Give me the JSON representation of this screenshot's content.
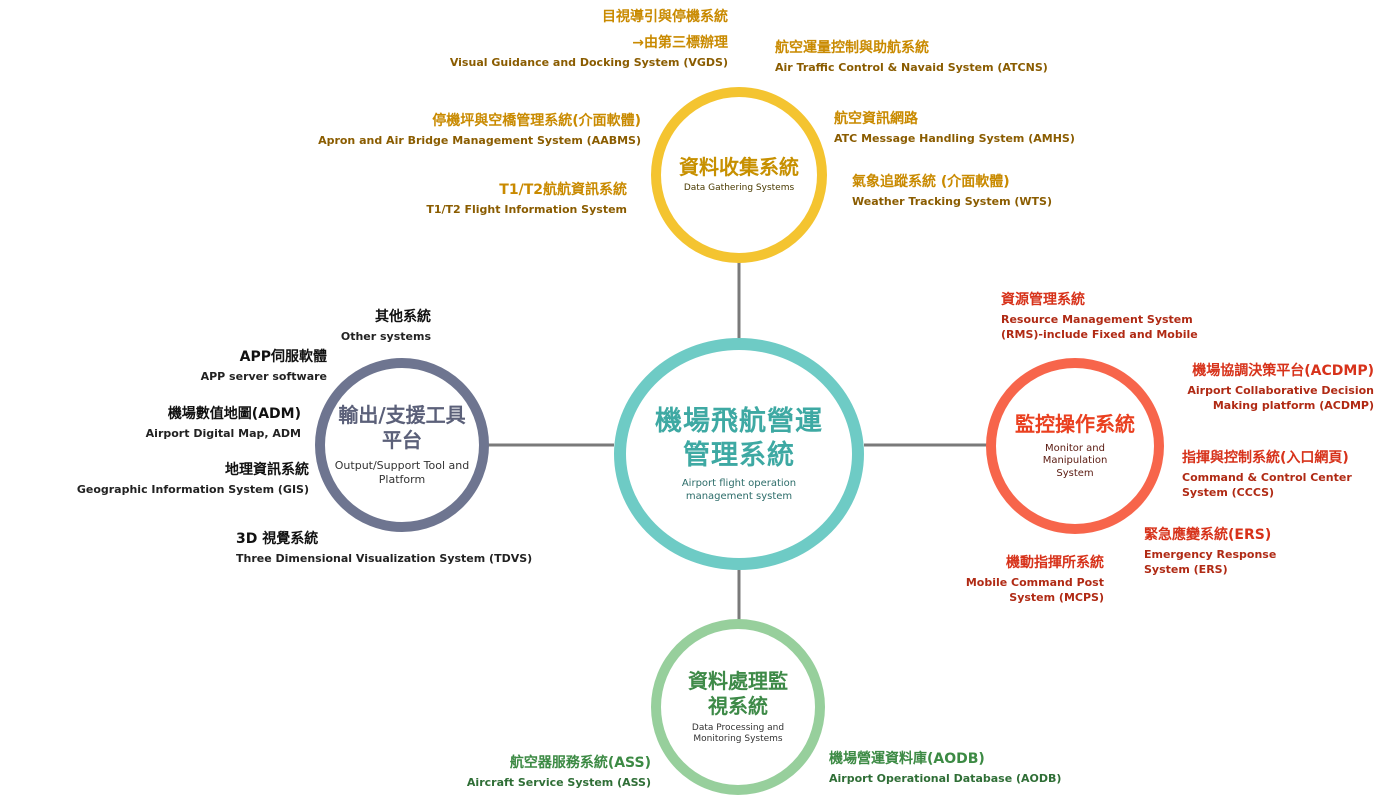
{
  "colors": {
    "center": "#6ecbc5",
    "data_gathering": "#f4c430",
    "output_support": "#6e7590",
    "monitor": "#f7654b",
    "data_processing": "#97cf9c",
    "connector": "#7a7a7a"
  },
  "center": {
    "title_line1": "機場飛航營運",
    "title_line2": "管理系統",
    "subtitle": "Airport flight operation management system"
  },
  "top": {
    "title": "資料收集系統",
    "subtitle": "Data Gathering Systems",
    "items": {
      "vgds": {
        "title": "目視導引與停機系統",
        "note": "→由第三標辦理",
        "en": "Visual Guidance and Docking System (VGDS)"
      },
      "atcns": {
        "title": "航空運量控制與助航系統",
        "en": "Air Traffic Control & Navaid System (ATCNS)"
      },
      "aabms": {
        "title": "停機坪與空橋管理系統(介面軟體)",
        "en": "Apron and Air Bridge Management System (AABMS)"
      },
      "amhs": {
        "title": "航空資訊網路",
        "en": "ATC Message Handling System (AMHS)"
      },
      "wts": {
        "title": "氣象追蹤系統 (介面軟體)",
        "en": "Weather Tracking System (WTS)"
      },
      "t1t2": {
        "title": "T1/T2航航資訊系統",
        "en": "T1/T2 Flight Information System"
      }
    }
  },
  "left": {
    "title": "輸出/支援工具平台",
    "subtitle": "Output/Support Tool and Platform",
    "items": {
      "other": {
        "title": "其他系統",
        "en": "Other systems"
      },
      "app": {
        "title": "APP伺服軟體",
        "en": "APP server software"
      },
      "adm": {
        "title": "機場數值地圖(ADM)",
        "en": "Airport Digital Map, ADM"
      },
      "gis": {
        "title": "地理資訊系統",
        "en": "Geographic Information System (GIS)"
      },
      "tdvs": {
        "title": "3D 視覺系統",
        "en": "Three Dimensional Visualization System (TDVS)"
      }
    }
  },
  "right": {
    "title": "監控操作系統",
    "subtitle": "Monitor and Manipulation System",
    "items": {
      "rms": {
        "title": "資源管理系統",
        "en": "Resource Management System (RMS)-include Fixed and Mobile"
      },
      "acdmp": {
        "title": "機場協調決策平台(ACDMP)",
        "en": "Airport Collaborative Decision Making platform (ACDMP)"
      },
      "cccs": {
        "title": "指揮與控制系統(入口網頁)",
        "en": "Command & Control Center System (CCCS)"
      },
      "ers": {
        "title": "緊急應變系統(ERS)",
        "en": "Emergency Response System (ERS)"
      },
      "mcps": {
        "title": "機動指揮所系統",
        "en": "Mobile Command Post System (MCPS)"
      }
    }
  },
  "bottom": {
    "title": "資料處理監視系統",
    "subtitle": "Data Processing and Monitoring Systems",
    "items": {
      "ass": {
        "title": "航空器服務系統(ASS)",
        "en": "Aircraft Service System (ASS)"
      },
      "aodb": {
        "title": "機場營運資料庫(AODB)",
        "en": "Airport Operational Database (AODB)"
      }
    }
  }
}
